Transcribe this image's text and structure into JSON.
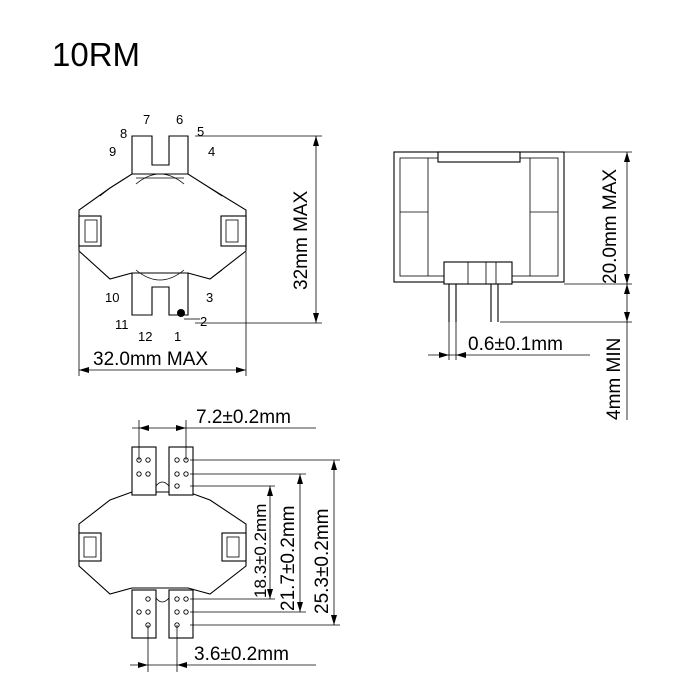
{
  "title": "10RM",
  "top_view": {
    "pins": [
      "1",
      "2",
      "3",
      "4",
      "5",
      "6",
      "7",
      "8",
      "9",
      "10",
      "11",
      "12"
    ],
    "height_dim": "32mm MAX",
    "width_dim": "32.0mm MAX"
  },
  "side_view": {
    "height_dim": "20.0mm MAX",
    "pin_dim": "0.6±0.1mm",
    "pin_len_dim": "4mm MIN"
  },
  "footprint": {
    "top_dim": "7.2±0.2mm",
    "dim_a": "18.3±0.2mm",
    "dim_b": "21.7±0.2mm",
    "dim_c": "25.3±0.2mm",
    "bottom_dim": "3.6±0.2mm"
  }
}
